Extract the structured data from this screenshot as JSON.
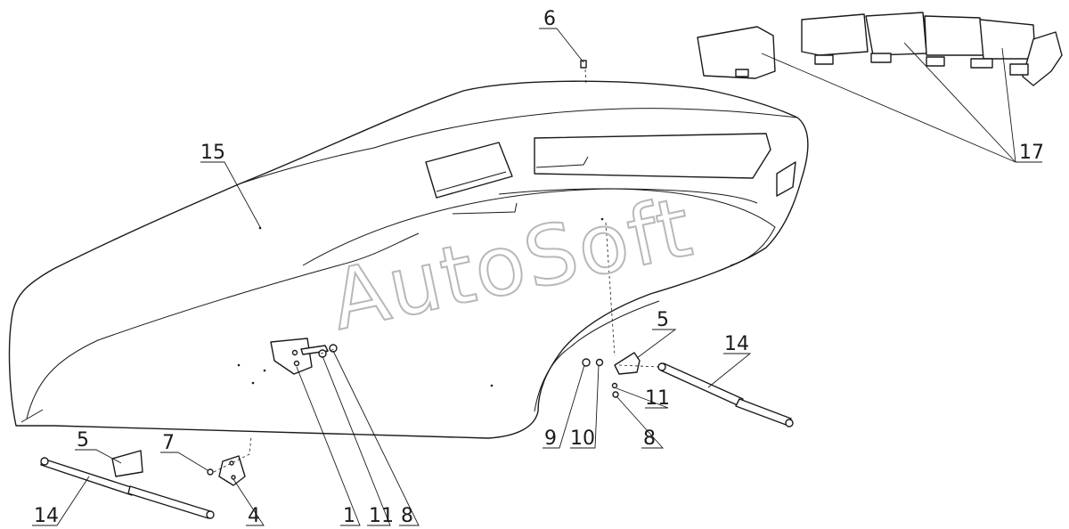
{
  "watermark": "AutoSoft",
  "callouts": {
    "c1": "1",
    "c4": "4",
    "c5_left": "5",
    "c5_right": "5",
    "c6": "6",
    "c7": "7",
    "c8_left": "8",
    "c8_right": "8",
    "c9": "9",
    "c10": "10",
    "c11_left": "11",
    "c11_right": "11",
    "c14_left": "14",
    "c14_right": "14",
    "c15": "15",
    "c17": "17"
  }
}
